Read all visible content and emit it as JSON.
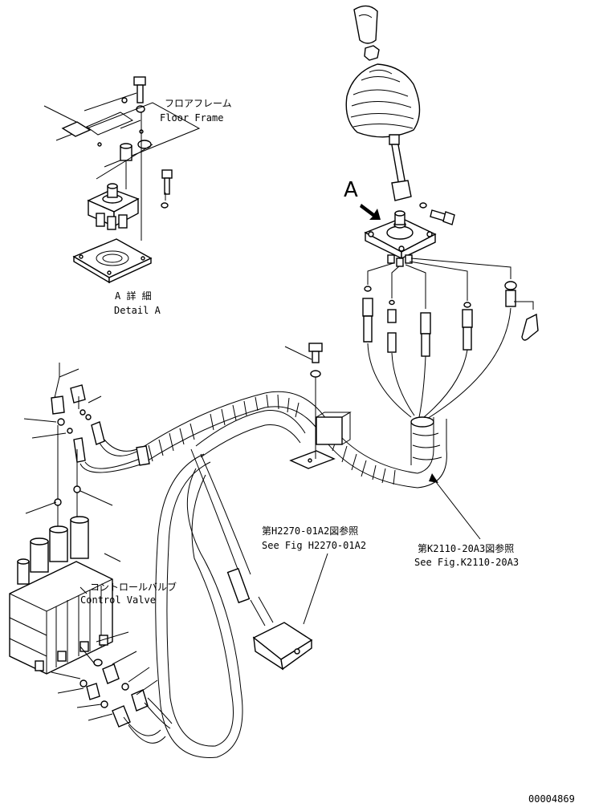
{
  "labels": {
    "floor_frame_jp": "フロアフレーム",
    "floor_frame_en": "Floor Frame",
    "detail_jp": "A 詳 細",
    "detail_en": "Detail A",
    "view_letter": "A",
    "ref1_jp": "第H2270-01A2図参照",
    "ref1_en": "See Fig H2270-01A2",
    "ref2_jp": "第K2110-20A3図参照",
    "ref2_en": "See Fig.K2110-20A3",
    "control_valve_jp": "コントロールバルブ",
    "control_valve_en": "Control Valve",
    "drawing_number": "00004869"
  }
}
